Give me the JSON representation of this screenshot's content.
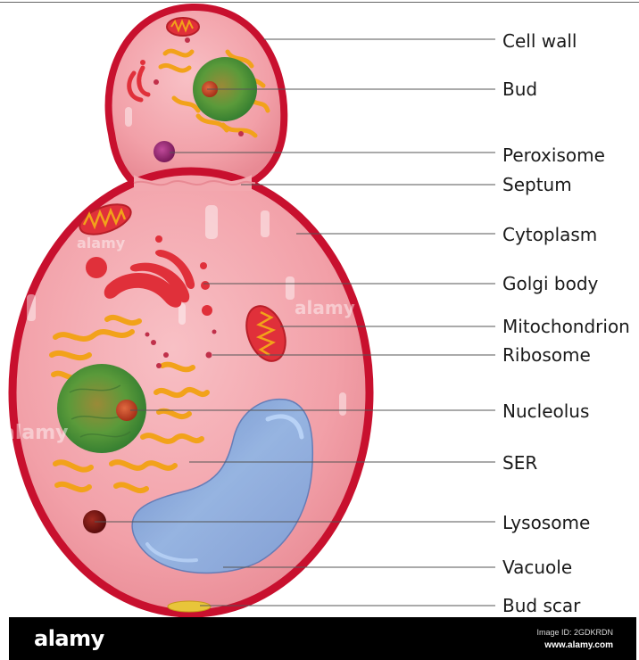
{
  "labels": [
    {
      "id": "cell-wall",
      "text": "Cell wall"
    },
    {
      "id": "bud",
      "text": "Bud"
    },
    {
      "id": "peroxisome",
      "text": "Peroxisome"
    },
    {
      "id": "septum",
      "text": "Septum"
    },
    {
      "id": "cytoplasm",
      "text": "Cytoplasm"
    },
    {
      "id": "golgi-body",
      "text": "Golgi body"
    },
    {
      "id": "mitochondrion",
      "text": "Mitochondrion"
    },
    {
      "id": "ribosome",
      "text": "Ribosome"
    },
    {
      "id": "nucleolus",
      "text": "Nucleolus"
    },
    {
      "id": "ser",
      "text": "SER"
    },
    {
      "id": "lysosome",
      "text": "Lysosome"
    },
    {
      "id": "vacuole",
      "text": "Vacuole"
    },
    {
      "id": "bud-scar",
      "text": "Bud scar"
    }
  ],
  "watermark": {
    "brand": "alamy",
    "image_id": "Image ID: 2GDKRDN",
    "site": "www.alamy.com"
  },
  "colors": {
    "cell_wall": "#c8102e",
    "cytoplasm": "#f4a3ab",
    "nucleus": "#5e9a3a",
    "nucleolus": "#c0452a",
    "organelle_red": "#e0303a",
    "er_orange": "#f2a21a",
    "vacuole": "#7fa6d6",
    "lysosome": "#7a1414",
    "peroxisome": "#a0307a",
    "bud_scar": "#e8c53a"
  }
}
